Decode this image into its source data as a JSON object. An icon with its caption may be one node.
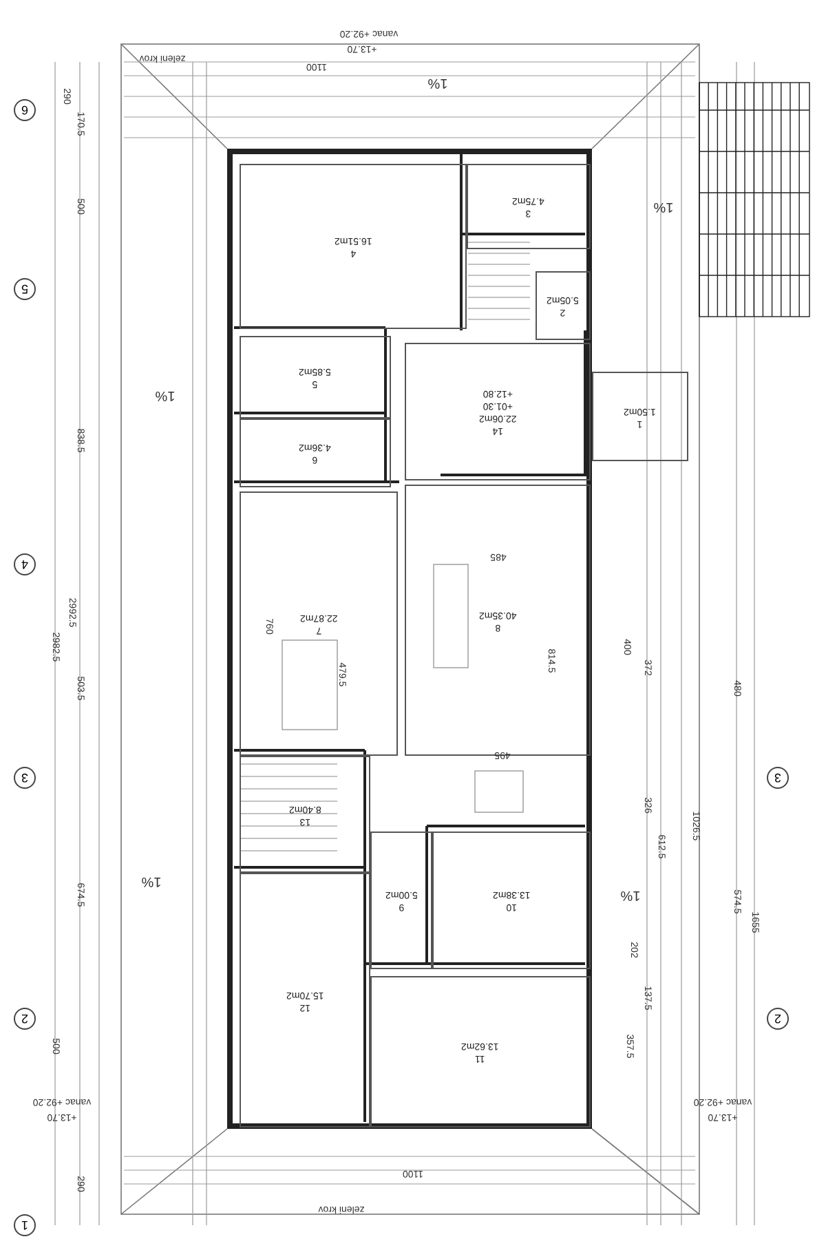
{
  "diagram": {
    "nodes": [
      {
        "text": [],
        "shape": "box"
      },
      {
        "text": [
          "4",
          "16.51m2"
        ],
        "in": 0
      },
      {
        "text": [
          "3",
          "4.75m2"
        ],
        "in": 0
      },
      {
        "text": [
          "2",
          "5.05m2"
        ],
        "in": 0
      },
      {
        "text": [
          "5",
          "5.85m2"
        ],
        "in": 0
      },
      {
        "text": [
          "14",
          "22.06m2",
          "+01.30",
          "+12.80"
        ],
        "in": 0
      },
      {
        "text": [
          "1",
          "1.50m2"
        ]
      },
      {
        "text": [
          "6",
          "4.36m2"
        ],
        "in": 0
      },
      {
        "text": [
          "7",
          "22.87m2"
        ],
        "in": 0
      },
      {
        "text": [
          "8",
          "40.35m2"
        ],
        "in": 0
      },
      {
        "text": [
          "13",
          "8.40m2"
        ],
        "in": 0
      },
      {
        "text": [
          "12",
          "15.70m2"
        ],
        "in": 0
      },
      {
        "text": [
          "9",
          "5.00m2"
        ],
        "in": 0
      },
      {
        "text": [
          "10",
          "13.38m2"
        ],
        "in": 0
      },
      {
        "text": [
          "11",
          "13.62m2"
        ],
        "in": 0
      }
    ],
    "edges": [],
    "labels": [
      "zeleni krov",
      "vanac +92.20",
      "+13.70",
      "1%",
      "1%",
      "6",
      "5",
      "1%",
      "4",
      "3",
      "3",
      "1%",
      "1%",
      "2",
      "2",
      "vanac +92.20",
      "+13.70",
      "vanac +92.20",
      "+13.70",
      "zeleni krov",
      "1",
      "170.5",
      "290",
      "500",
      "838.5",
      "2992.5",
      "2982.5",
      "503.5",
      "674.5",
      "500",
      "290",
      "480",
      "574.5",
      "1655",
      "1026.5",
      "612.5",
      "326",
      "372",
      "400",
      "202",
      "137.5",
      "357.5",
      "485",
      "495",
      "760",
      "479.5",
      "814.5",
      "1100",
      "1100"
    ]
  }
}
